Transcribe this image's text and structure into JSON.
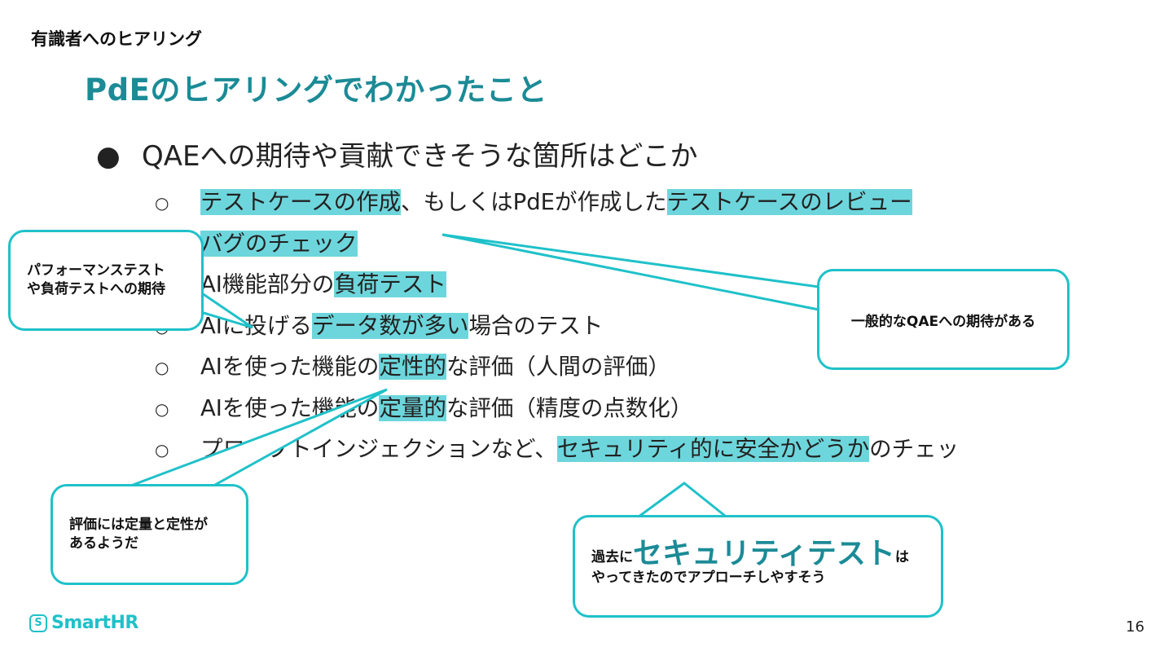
{
  "section_label": "有識者へのヒアリング",
  "title": "PdEのヒアリングでわかったこと",
  "bullet": {
    "marker": "●",
    "text": "QAEへの期待や貢献できそうな箇所はどこか",
    "sub_marker": "○",
    "items": [
      {
        "parts": [
          {
            "t": "テストケースの作成",
            "h": true
          },
          {
            "t": "、もしくはPdEが作成した",
            "h": false
          },
          {
            "t": "テストケースのレビュー",
            "h": true
          }
        ]
      },
      {
        "parts": [
          {
            "t": "バグのチェック",
            "h": true
          }
        ]
      },
      {
        "parts": [
          {
            "t": "AI機能部分の",
            "h": false
          },
          {
            "t": "負荷テスト",
            "h": true
          }
        ]
      },
      {
        "parts": [
          {
            "t": "AIに投げる",
            "h": false
          },
          {
            "t": "データ数が多い",
            "h": true
          },
          {
            "t": "場合のテスト",
            "h": false
          }
        ]
      },
      {
        "parts": [
          {
            "t": "AIを使った機能の",
            "h": false
          },
          {
            "t": "定性的",
            "h": true
          },
          {
            "t": "な評価（人間の評価）",
            "h": false
          }
        ]
      },
      {
        "parts": [
          {
            "t": "AIを使った機能の",
            "h": false
          },
          {
            "t": "定量的",
            "h": true
          },
          {
            "t": "な評価（精度の点数化）",
            "h": false
          }
        ]
      },
      {
        "parts": [
          {
            "t": "プロンプトインジェクションなど、",
            "h": false
          },
          {
            "t": "セキュリティ的に安全かどうか",
            "h": true
          },
          {
            "t": "のチェッ",
            "h": false
          }
        ]
      }
    ]
  },
  "callouts": {
    "perf_line1": "パフォーマンステスト",
    "perf_line2": "や負荷テストへの期待",
    "general": "一般的なQAEへの期待がある",
    "eval_line1": "評価には定量と定性が",
    "eval_line2": "あるようだ",
    "security_prefix": "過去に",
    "security_big": "セキュリティテスト",
    "security_suffix": "は",
    "security_line2": "やってきたのでアプローチしやすそう"
  },
  "logo": {
    "mark": "S",
    "text": "SmartHR"
  },
  "page_number": "16",
  "colors": {
    "accent": "#1fc1c9",
    "title": "#1b8b96",
    "highlight": "#6dd6dc"
  }
}
